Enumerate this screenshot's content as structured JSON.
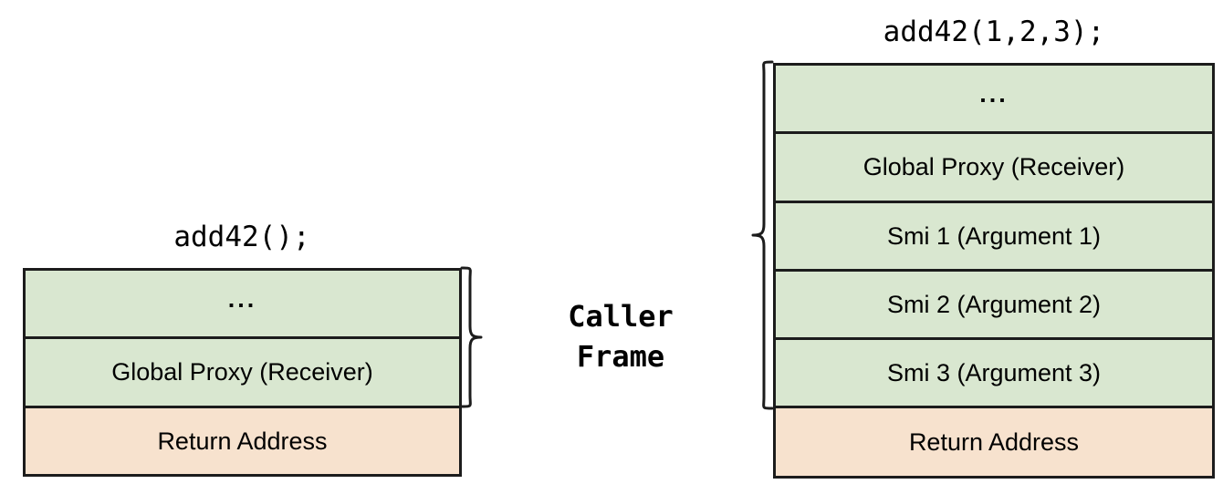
{
  "diagram": {
    "title_hidden": "",
    "background_color": "#ffffff",
    "colors": {
      "frame_green": "#d9e7d0",
      "frame_orange": "#f7e2ce",
      "stroke": "#1c1c1c",
      "text": "#000000"
    },
    "center_label": "Caller\nFrame",
    "left_stack": {
      "caption": "add42();",
      "slots": [
        {
          "label": "...",
          "kind": "ellipsis",
          "color": "green"
        },
        {
          "label": "Global Proxy (Receiver)",
          "kind": "text",
          "color": "green"
        },
        {
          "label": "Return Address",
          "kind": "text",
          "color": "orange"
        }
      ],
      "brace_name": "caller-frame-brace-left",
      "brace_covers": [
        "...",
        "Global Proxy (Receiver)"
      ]
    },
    "right_stack": {
      "caption": "add42(1,2,3);",
      "slots": [
        {
          "label": "...",
          "kind": "ellipsis",
          "color": "green"
        },
        {
          "label": "Global Proxy (Receiver)",
          "kind": "text",
          "color": "green"
        },
        {
          "label": "Smi 1 (Argument 1)",
          "kind": "text",
          "color": "green"
        },
        {
          "label": "Smi 2 (Argument 2)",
          "kind": "text",
          "color": "green"
        },
        {
          "label": "Smi 3 (Argument 3)",
          "kind": "text",
          "color": "green"
        },
        {
          "label": "Return Address",
          "kind": "text",
          "color": "orange"
        }
      ],
      "brace_name": "caller-frame-brace-right",
      "brace_covers": [
        "...",
        "Global Proxy (Receiver)",
        "Smi 1 (Argument 1)",
        "Smi 2 (Argument 2)",
        "Smi 3 (Argument 3)"
      ]
    }
  }
}
